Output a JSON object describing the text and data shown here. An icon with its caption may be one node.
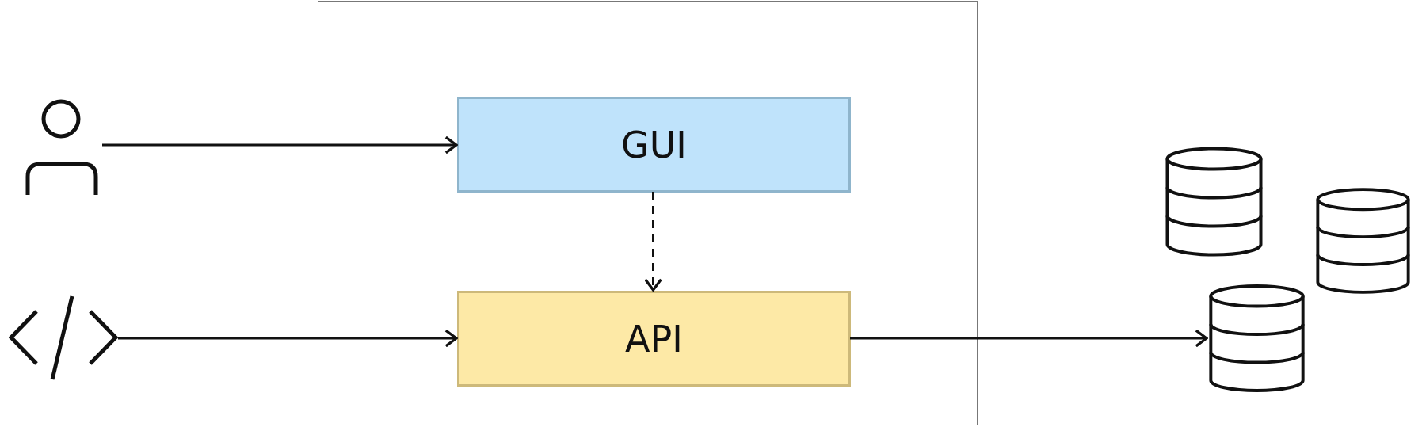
{
  "diagram": {
    "nodes": [
      {
        "text": [],
        "shape": "box"
      },
      {
        "text": [
          "GUI"
        ],
        "in": 0
      },
      {
        "text": [
          "API"
        ],
        "in": 0
      },
      {
        "text": [],
        "shape": "person"
      },
      {
        "text": [],
        "shape": "picture"
      },
      {
        "text": [],
        "shape": "cylinder"
      },
      {
        "text": [],
        "shape": "cylinder"
      },
      {
        "text": [],
        "shape": "cylinder"
      }
    ],
    "edges": [
      {
        "from": 3,
        "to": 1,
        "arrow": "to"
      },
      {
        "from": 1,
        "to": 2,
        "arrow": "to",
        "style": "dashed"
      },
      {
        "from": 4,
        "to": 2,
        "arrow": "to"
      },
      {
        "from": 2,
        "to": 6,
        "arrow": "to"
      }
    ]
  }
}
